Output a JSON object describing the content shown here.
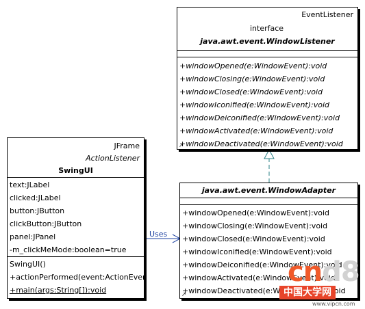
{
  "listener": {
    "stereotype": "EventListener",
    "kind": "interface",
    "name": "java.awt.event.WindowListener",
    "methods": [
      "+windowOpened(e:WindowEvent):void",
      "+windowClosing(e:WindowEvent):void",
      "+windowClosed(e:WindowEvent):void",
      "+windowIconified(e:WindowEvent):void",
      "+windowDeiconified(e:WindowEvent):void",
      "+windowActivated(e:WindowEvent):void",
      "+windowDeactivated(e:WindowEvent):void"
    ]
  },
  "adapter": {
    "name": "java.awt.event.WindowAdapter",
    "methods": [
      "+windowOpened(e:WindowEvent):void",
      "+windowClosing(e:WindowEvent):void",
      "+windowClosed(e:WindowEvent):void",
      "+windowIconified(e:WindowEvent):void",
      "+windowDeiconified(e:WindowEvent):void",
      "+windowActivated(e:WindowEvent):void",
      "+windowDeactivated(e:WindowEvent):void"
    ]
  },
  "swingui": {
    "superclass": "JFrame",
    "interface": "ActionListener",
    "name": "SwingUI",
    "fields": [
      "text:JLabel",
      "clicked:JLabel",
      "button:JButton",
      "clickButton:JButton",
      "panel:JPanel",
      "-m_clickMeMode:boolean=true"
    ],
    "methods": [
      "SwingUI()",
      "+actionPerformed(event:ActionEver",
      "+main(args:String[]):void"
    ]
  },
  "association_label": "Uses",
  "watermark": {
    "logo_prefix": "cn",
    "logo_suffix": "d8",
    "slogan": "中国大学网",
    "url": "www.vipcn.com"
  },
  "colors": {
    "association": "#1a3fa0",
    "inheritance": "#2a7f86",
    "watermark_accent": "#e8442a"
  }
}
